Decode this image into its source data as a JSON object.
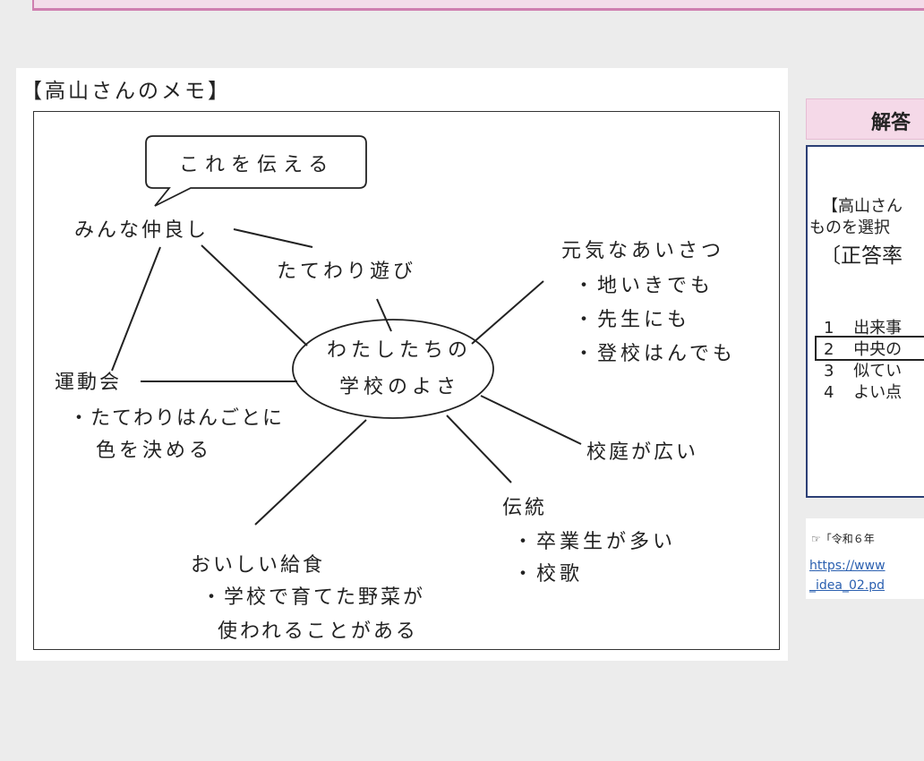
{
  "memo": {
    "title": "【高山さんのメモ】",
    "callout": "これを伝える",
    "center_line1": "わたしたちの",
    "center_line2": "学校のよさ",
    "branches": {
      "nakayoshi": "みんな仲良し",
      "tatewari": "たてわり遊び",
      "aisatsu": "元気なあいさつ",
      "aisatsu_items": [
        "・地いきでも",
        "・先生にも",
        "・登校はんでも"
      ],
      "undokai": "運動会",
      "undokai_items": [
        "・たてわりはんごとに",
        "色を決める"
      ],
      "kotei": "校庭が広い",
      "dento": "伝統",
      "dento_items": [
        "・卒業生が多い",
        "・校歌"
      ],
      "kyushoku": "おいしい給食",
      "kyushoku_items": [
        "・学校で育てた野菜が",
        "使われることがある"
      ]
    }
  },
  "answer": {
    "header": "解答",
    "text_line1": "【高山さん",
    "text_line2": "ものを選択",
    "rate_label": "〔正答率",
    "choices": [
      {
        "num": "1",
        "text": "出来事"
      },
      {
        "num": "2",
        "text": "中央の"
      },
      {
        "num": "3",
        "text": "似てい"
      },
      {
        "num": "4",
        "text": "よい点"
      }
    ],
    "selected_choice": 2
  },
  "source": {
    "note": "☞「令和６年",
    "link_line1": "https://www",
    "link_line2": "_idea_02.pd"
  }
}
